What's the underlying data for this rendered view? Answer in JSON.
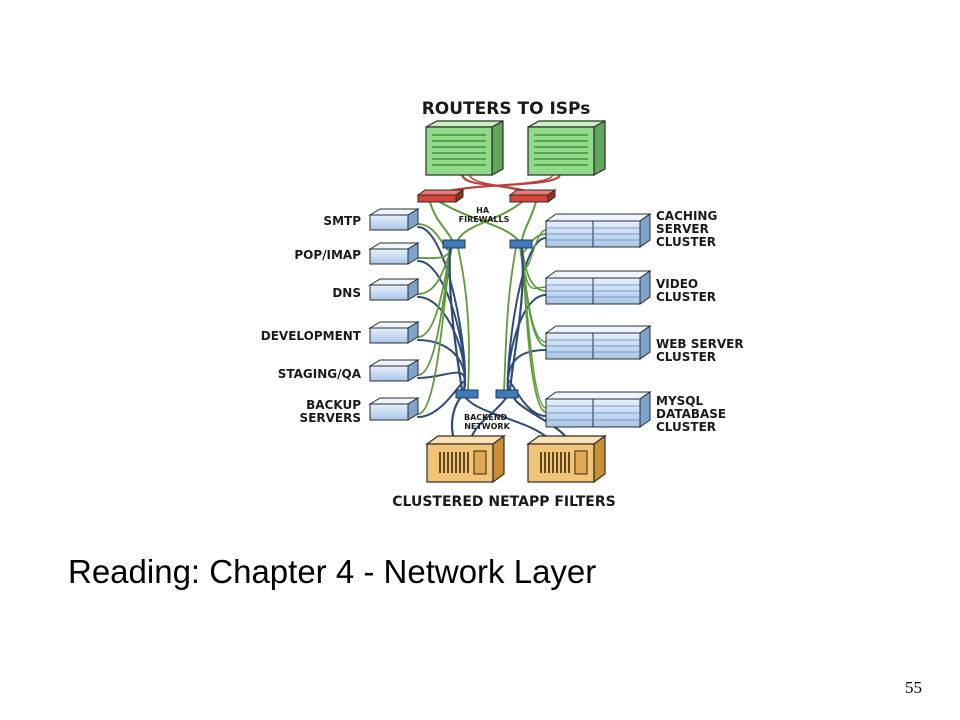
{
  "diagram": {
    "title": "ROUTERS TO ISPs",
    "firewall_label": [
      "HA",
      "FIREWALLS"
    ],
    "left_labels": [
      [
        "SMTP"
      ],
      [
        "POP/IMAP"
      ],
      [
        "DNS"
      ],
      [
        "DEVELOPMENT"
      ],
      [
        "STAGING/QA"
      ],
      [
        "BACKUP",
        "SERVERS"
      ]
    ],
    "right_labels": [
      [
        "CACHING",
        "SERVER",
        "CLUSTER"
      ],
      [
        "VIDEO",
        "CLUSTER"
      ],
      [
        "WEB SERVER",
        "CLUSTER"
      ],
      [
        "MYSQL",
        "DATABASE",
        "CLUSTER"
      ]
    ],
    "backend_label": [
      "BACKEND",
      "NETWORK"
    ],
    "footer_label": "CLUSTERED NETAPP FILTERS",
    "colors": {
      "router": "#8fdc86",
      "firewall": "#d9443a",
      "server": "#c7dcf2",
      "switch": "#3f79b6",
      "filer": "#f2c477",
      "cable_green": "#5f9a3c",
      "cable_blue": "#2f4c78",
      "cable_red": "#b8453d"
    }
  },
  "slide": {
    "reading": "Reading: Chapter 4 - Network Layer",
    "page_number": "55"
  }
}
